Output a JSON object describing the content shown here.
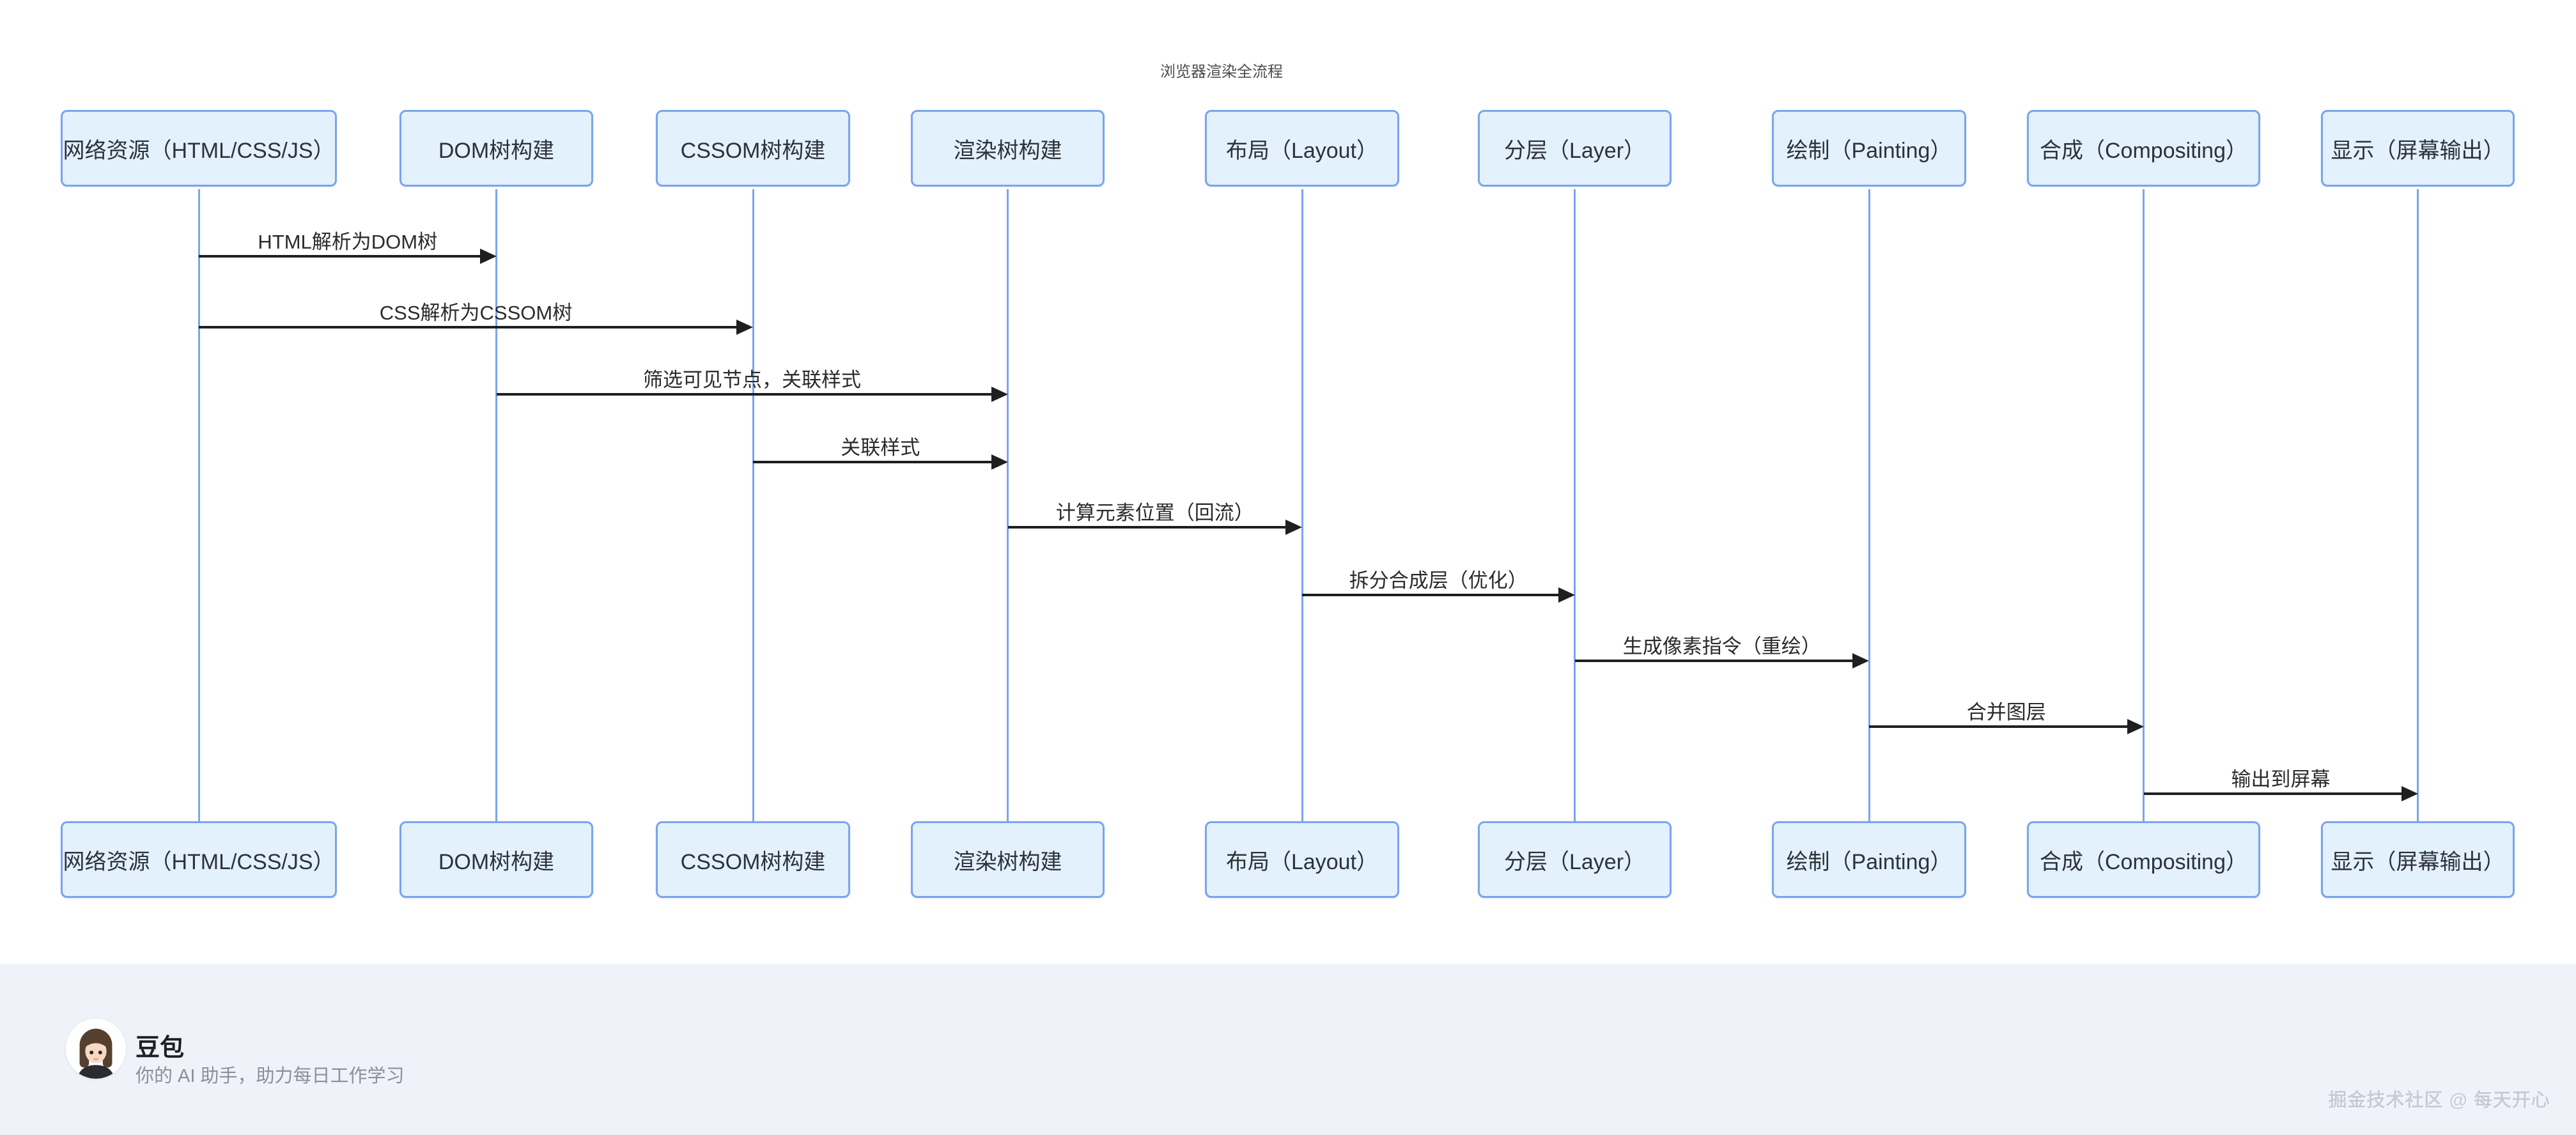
{
  "title": "浏览器渲染全流程",
  "diagram": {
    "type": "sequence",
    "participants": [
      {
        "label": "网络资源（HTML/CSS/JS）"
      },
      {
        "label": "DOM树构建"
      },
      {
        "label": "CSSOM树构建"
      },
      {
        "label": "渲染树构建"
      },
      {
        "label": "布局（Layout）"
      },
      {
        "label": "分层（Layer）"
      },
      {
        "label": "绘制（Painting）"
      },
      {
        "label": "合成（Compositing）"
      },
      {
        "label": "显示（屏幕输出）"
      }
    ],
    "messages": [
      {
        "text": "HTML解析为DOM树",
        "from": 0,
        "to": 1
      },
      {
        "text": "CSS解析为CSSOM树",
        "from": 0,
        "to": 2
      },
      {
        "text": "筛选可见节点，关联样式",
        "from": 1,
        "to": 3
      },
      {
        "text": "关联样式",
        "from": 2,
        "to": 3
      },
      {
        "text": "计算元素位置（回流）",
        "from": 3,
        "to": 4
      },
      {
        "text": "拆分合成层（优化）",
        "from": 4,
        "to": 5
      },
      {
        "text": "生成像素指令（重绘）",
        "from": 5,
        "to": 6
      },
      {
        "text": "合并图层",
        "from": 6,
        "to": 7
      },
      {
        "text": "输出到屏幕",
        "from": 7,
        "to": 8
      }
    ]
  },
  "footer": {
    "assistant_name": "豆包",
    "assistant_tagline": "你的 AI 助手，助力每日工作学习",
    "watermark": "掘金技术社区 @ 每天开心",
    "avatar_icon": "doubao-girl-avatar"
  },
  "colors": {
    "actor_fill": "#e3f1fc",
    "actor_border": "#7aa4ef",
    "lifeline": "#7aa4ef",
    "arrow": "#1f1f1f",
    "title_text": "#4d4d4d",
    "footer_bg": "#f0f2fa",
    "watermark_text": "#c7ccd9"
  }
}
